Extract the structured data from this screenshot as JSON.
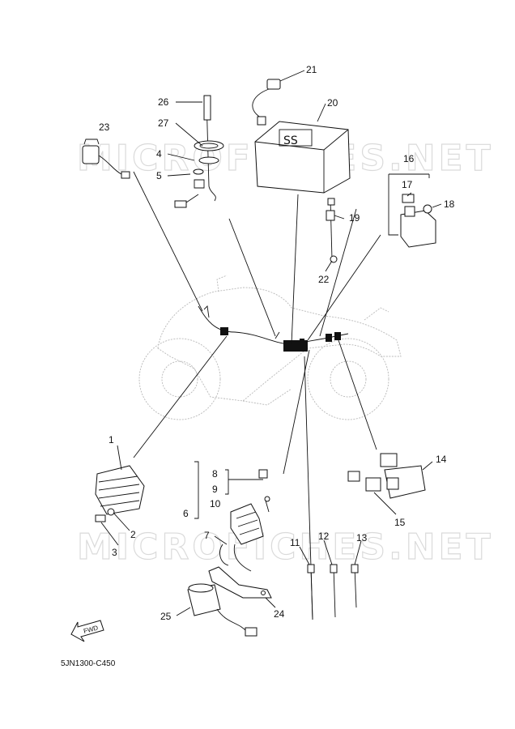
{
  "watermark": {
    "text": "MICROFICHES.NET"
  },
  "diagram_code": "5JN1300-C450",
  "fwd_label": "FWD",
  "part_numbers": {
    "p1": "1",
    "p2": "2",
    "p3": "3",
    "p4": "4",
    "p5": "5",
    "p6": "6",
    "p7": "7",
    "p8": "8",
    "p9": "9",
    "p10": "10",
    "p11": "11",
    "p12": "12",
    "p13": "13",
    "p14": "14",
    "p15": "15",
    "p16": "16",
    "p17": "17",
    "p18": "18",
    "p19": "19",
    "p20": "20",
    "p21": "21",
    "p22": "22",
    "p23": "23",
    "p24": "24",
    "p25": "25",
    "p26": "26",
    "p27": "27"
  }
}
